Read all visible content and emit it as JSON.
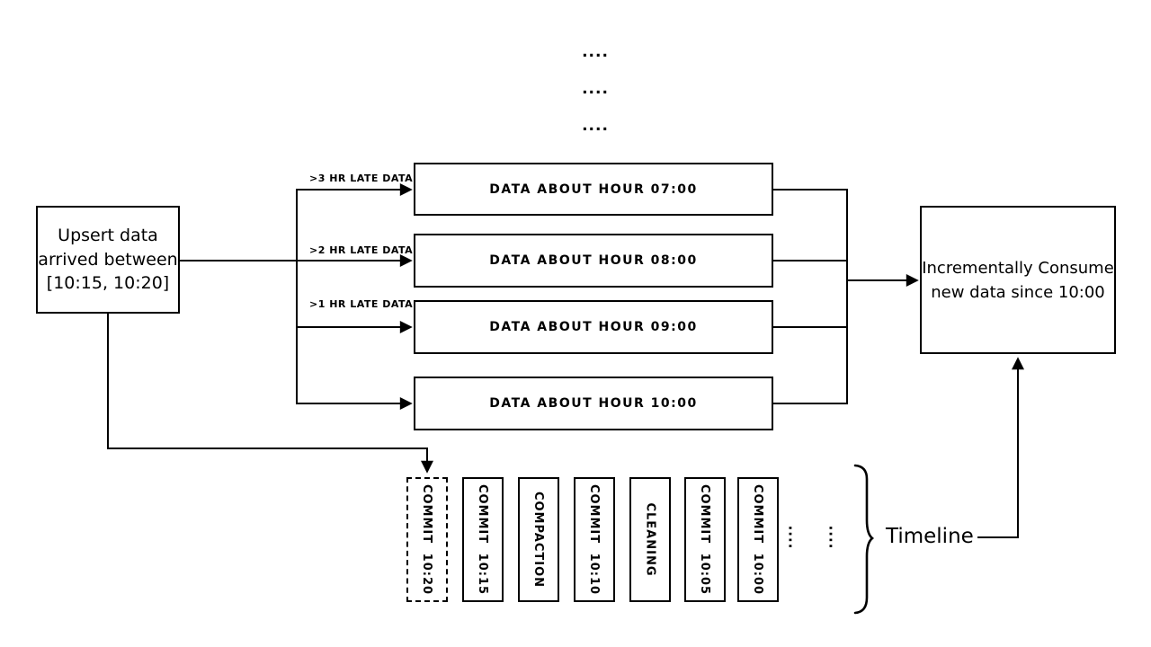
{
  "diagram": {
    "background": "#ffffff",
    "stroke_color": "#000000",
    "top_ellipsis": [
      "....",
      "....",
      "...."
    ],
    "upsert_box": {
      "line1": "Upsert data",
      "line2": "arrived between",
      "line3": "[10:15, 10:20]"
    },
    "late_data_labels": [
      ">3 HR LATE DATA",
      ">2 HR LATE DATA",
      ">1 HR LATE DATA"
    ],
    "hour_boxes": [
      "DATA ABOUT HOUR 07:00",
      "DATA ABOUT HOUR 08:00",
      "DATA ABOUT HOUR 09:00",
      "DATA ABOUT HOUR 10:00"
    ],
    "consume_box": {
      "line1": "Incrementally Consume",
      "line2": "new data since 10:00"
    },
    "timeline": {
      "label": "Timeline",
      "items": [
        "COMMIT 10:20",
        "COMMIT 10:15",
        "COMPACTION",
        "COMMIT 10:10",
        "CLEANING",
        "COMMIT 10:05",
        "COMMIT 10:00"
      ],
      "ellipsis": [
        "....",
        "...."
      ]
    }
  }
}
